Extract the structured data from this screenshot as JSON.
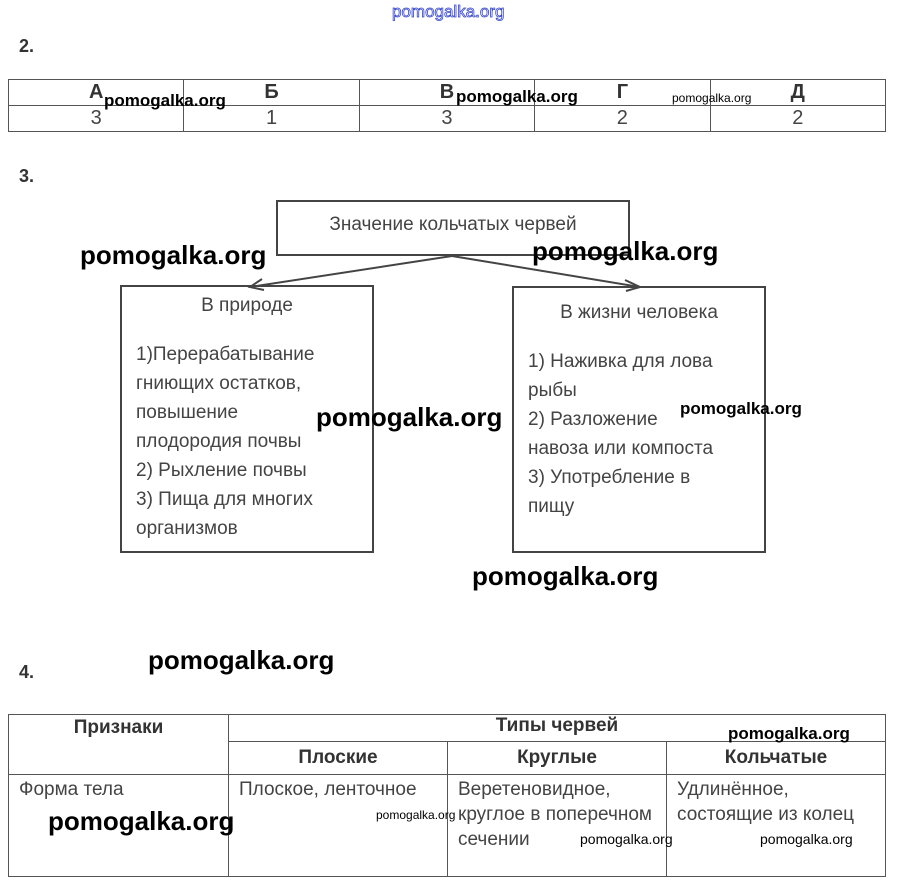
{
  "watermark": "pomogalka.org",
  "q2": {
    "number": "2.",
    "headers": [
      "А",
      "Б",
      "В",
      "Г",
      "Д"
    ],
    "values": [
      "3",
      "1",
      "3",
      "2",
      "2"
    ]
  },
  "q3": {
    "number": "3.",
    "root": "Значение кольчатых червей",
    "left": {
      "title": "В природе",
      "lines": [
        "1)Перерабатывание",
        "гниющих остатков,",
        "повышение",
        "плодородия почвы",
        "2) Рыхление почвы",
        "3) Пища для многих",
        "организмов"
      ]
    },
    "right": {
      "title": "В жизни человека",
      "lines": [
        "1) Наживка для лова",
        "рыбы",
        "2) Разложение",
        "навоза или компоста",
        "3) Употребление в",
        "пищу"
      ]
    }
  },
  "q4": {
    "number": "4.",
    "col_signs": "Признаки",
    "col_types": "Типы червей",
    "types": [
      "Плоские",
      "Круглые",
      "Кольчатые"
    ],
    "rows": [
      {
        "sign": "Форма тела",
        "values": [
          "Плоское, ленточное",
          "Веретеновидное, круглое в поперечном сечении",
          "Удлинённое, состоящие из колец"
        ]
      }
    ]
  }
}
